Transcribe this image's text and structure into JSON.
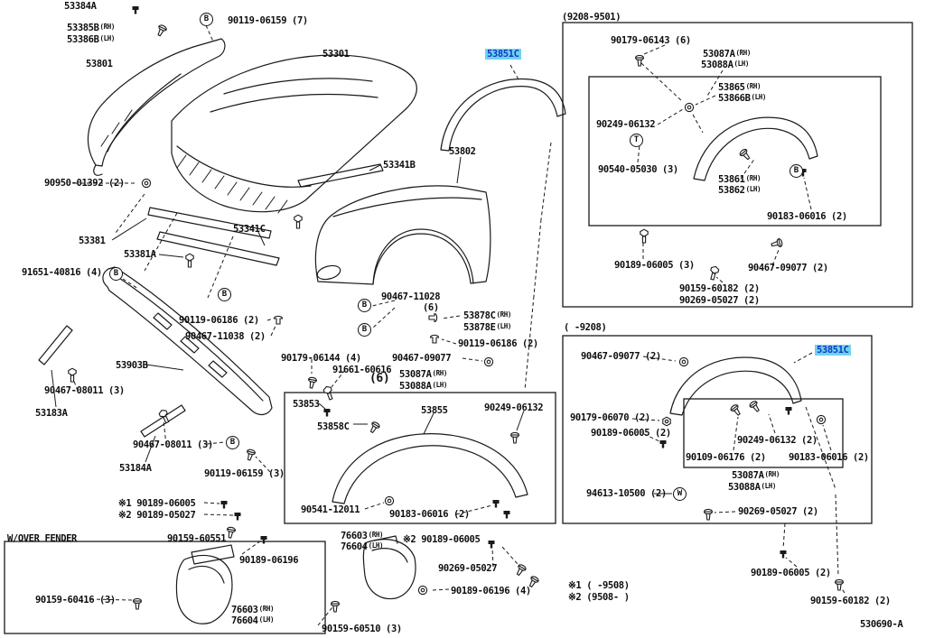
{
  "meta": {
    "drawing_number": "530690-A",
    "highlighted_part": "53851C",
    "highlight_color": "#6fd3ee",
    "line_color": "#1a1a1a"
  },
  "labels": [
    {
      "t": "53384A"
    },
    {
      "t": "53385B",
      "s": "(RH)"
    },
    {
      "t": "53386B",
      "s": "(LH)"
    },
    {
      "t": "90119-06159 (7)"
    },
    {
      "t": "53801"
    },
    {
      "t": "53301"
    },
    {
      "t": "53851C"
    },
    {
      "t": "(9208-9501)"
    },
    {
      "t": "90179-06143 (6)"
    },
    {
      "t": "53087A",
      "s": "(RH)"
    },
    {
      "t": "53088A",
      "s": "(LH)"
    },
    {
      "t": "53865",
      "s": "(RH)"
    },
    {
      "t": "53866B",
      "s": "(LH)"
    },
    {
      "t": "90249-06132"
    },
    {
      "t": "90540-05030 (3)"
    },
    {
      "t": "53861",
      "s": "(RH)"
    },
    {
      "t": "53862",
      "s": "(LH)"
    },
    {
      "t": "90183-06016 (2)"
    },
    {
      "t": "90950-01392 (2)"
    },
    {
      "t": "53341B"
    },
    {
      "t": "53802"
    },
    {
      "t": "53381"
    },
    {
      "t": "53341C"
    },
    {
      "t": "53381A"
    },
    {
      "t": "91651-40816 (4)"
    },
    {
      "t": "90189-06005 (3)"
    },
    {
      "t": "90467-09077 (2)"
    },
    {
      "t": "90159-60182 (2)"
    },
    {
      "t": "90269-05027 (2)"
    },
    {
      "t": "(    -9208)"
    },
    {
      "t": "90467-11028"
    },
    {
      "t": "(6)"
    },
    {
      "t": "90119-06186 (2)"
    },
    {
      "t": "53878C",
      "s": "(RH)"
    },
    {
      "t": "53878E",
      "s": "(LH)"
    },
    {
      "t": "90467-11038 (2)"
    },
    {
      "t": "90119-06186 (2)"
    },
    {
      "t": "53903B"
    },
    {
      "t": "90179-06144 (4)"
    },
    {
      "t": "91661-60616"
    },
    {
      "t": "(6)"
    },
    {
      "t": "90467-09077"
    },
    {
      "t": "53087A",
      "s": "(RH)"
    },
    {
      "t": "53088A",
      "s": "(LH)"
    },
    {
      "t": "90467-09077 (2)"
    },
    {
      "t": "53851C"
    },
    {
      "t": "90467-08011 (3)"
    },
    {
      "t": "53183A"
    },
    {
      "t": "53853"
    },
    {
      "t": "53855"
    },
    {
      "t": "53858C"
    },
    {
      "t": "90249-06132"
    },
    {
      "t": "90179-06070 (2)"
    },
    {
      "t": "90189-06005 (2)"
    },
    {
      "t": "90249-06132 (2)"
    },
    {
      "t": "90109-06176 (2)"
    },
    {
      "t": "90183-06016 (2)"
    },
    {
      "t": "90467-08011 (3)"
    },
    {
      "t": "53184A"
    },
    {
      "t": "90119-06159 (3)"
    },
    {
      "t": "53087A",
      "s": "(RH)"
    },
    {
      "t": "53088A",
      "s": "(LH)"
    },
    {
      "t": "94613-10500 (2)"
    },
    {
      "t": "※1 90189-06005"
    },
    {
      "t": "※2 90189-05027"
    },
    {
      "t": "90541-12011"
    },
    {
      "t": "90183-06016 (2)"
    },
    {
      "t": "90269-05027 (2)"
    },
    {
      "t": "90159-60551"
    },
    {
      "t": "76603",
      "s": "(RH)"
    },
    {
      "t": "76604",
      "s": "(LH)"
    },
    {
      "t": "※2 90189-06005"
    },
    {
      "t": "W/OVER FENDER"
    },
    {
      "t": "90189-06196"
    },
    {
      "t": "90269-05027"
    },
    {
      "t": "90189-06005 (2)"
    },
    {
      "t": "※1 (    -9508)"
    },
    {
      "t": "※2 (9508-    )"
    },
    {
      "t": "90159-60416 (3)"
    },
    {
      "t": "76603",
      "s": "(RH)"
    },
    {
      "t": "76604",
      "s": "(LH)"
    },
    {
      "t": "90189-06196 (4)"
    },
    {
      "t": "90159-60182 (2)"
    },
    {
      "t": "90159-60510 (3)"
    },
    {
      "t": "530690-A"
    }
  ],
  "markers": [
    {
      "l": "B"
    },
    {
      "l": "B"
    },
    {
      "l": "B"
    },
    {
      "l": "B"
    },
    {
      "l": "B"
    },
    {
      "l": "B"
    },
    {
      "l": "W"
    },
    {
      "l": "T"
    },
    {
      "l": "B"
    }
  ]
}
